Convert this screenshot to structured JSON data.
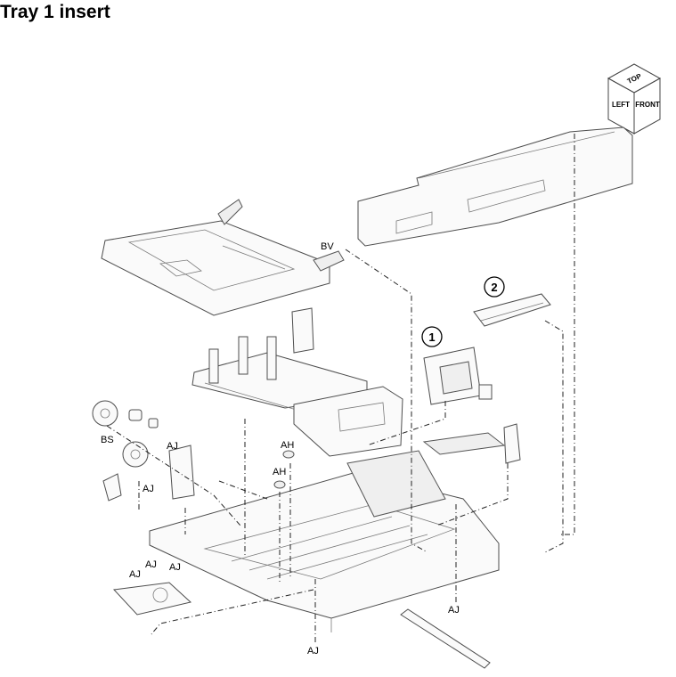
{
  "title": "Tray 1 insert",
  "orientation_cube": {
    "top": "TOP",
    "left": "LEFT",
    "front": "FRONT"
  },
  "callouts": {
    "c1": "1",
    "c2": "2"
  },
  "labels": {
    "bv": "BV",
    "bs": "BS",
    "aj_upper_1": "AJ",
    "aj_upper_2": "AJ",
    "ah_1": "AH",
    "ah_2": "AH",
    "aj_left_1": "AJ",
    "aj_left_2": "AJ",
    "aj_left_3": "AJ",
    "aj_bottom": "AJ",
    "aj_right": "AJ"
  }
}
